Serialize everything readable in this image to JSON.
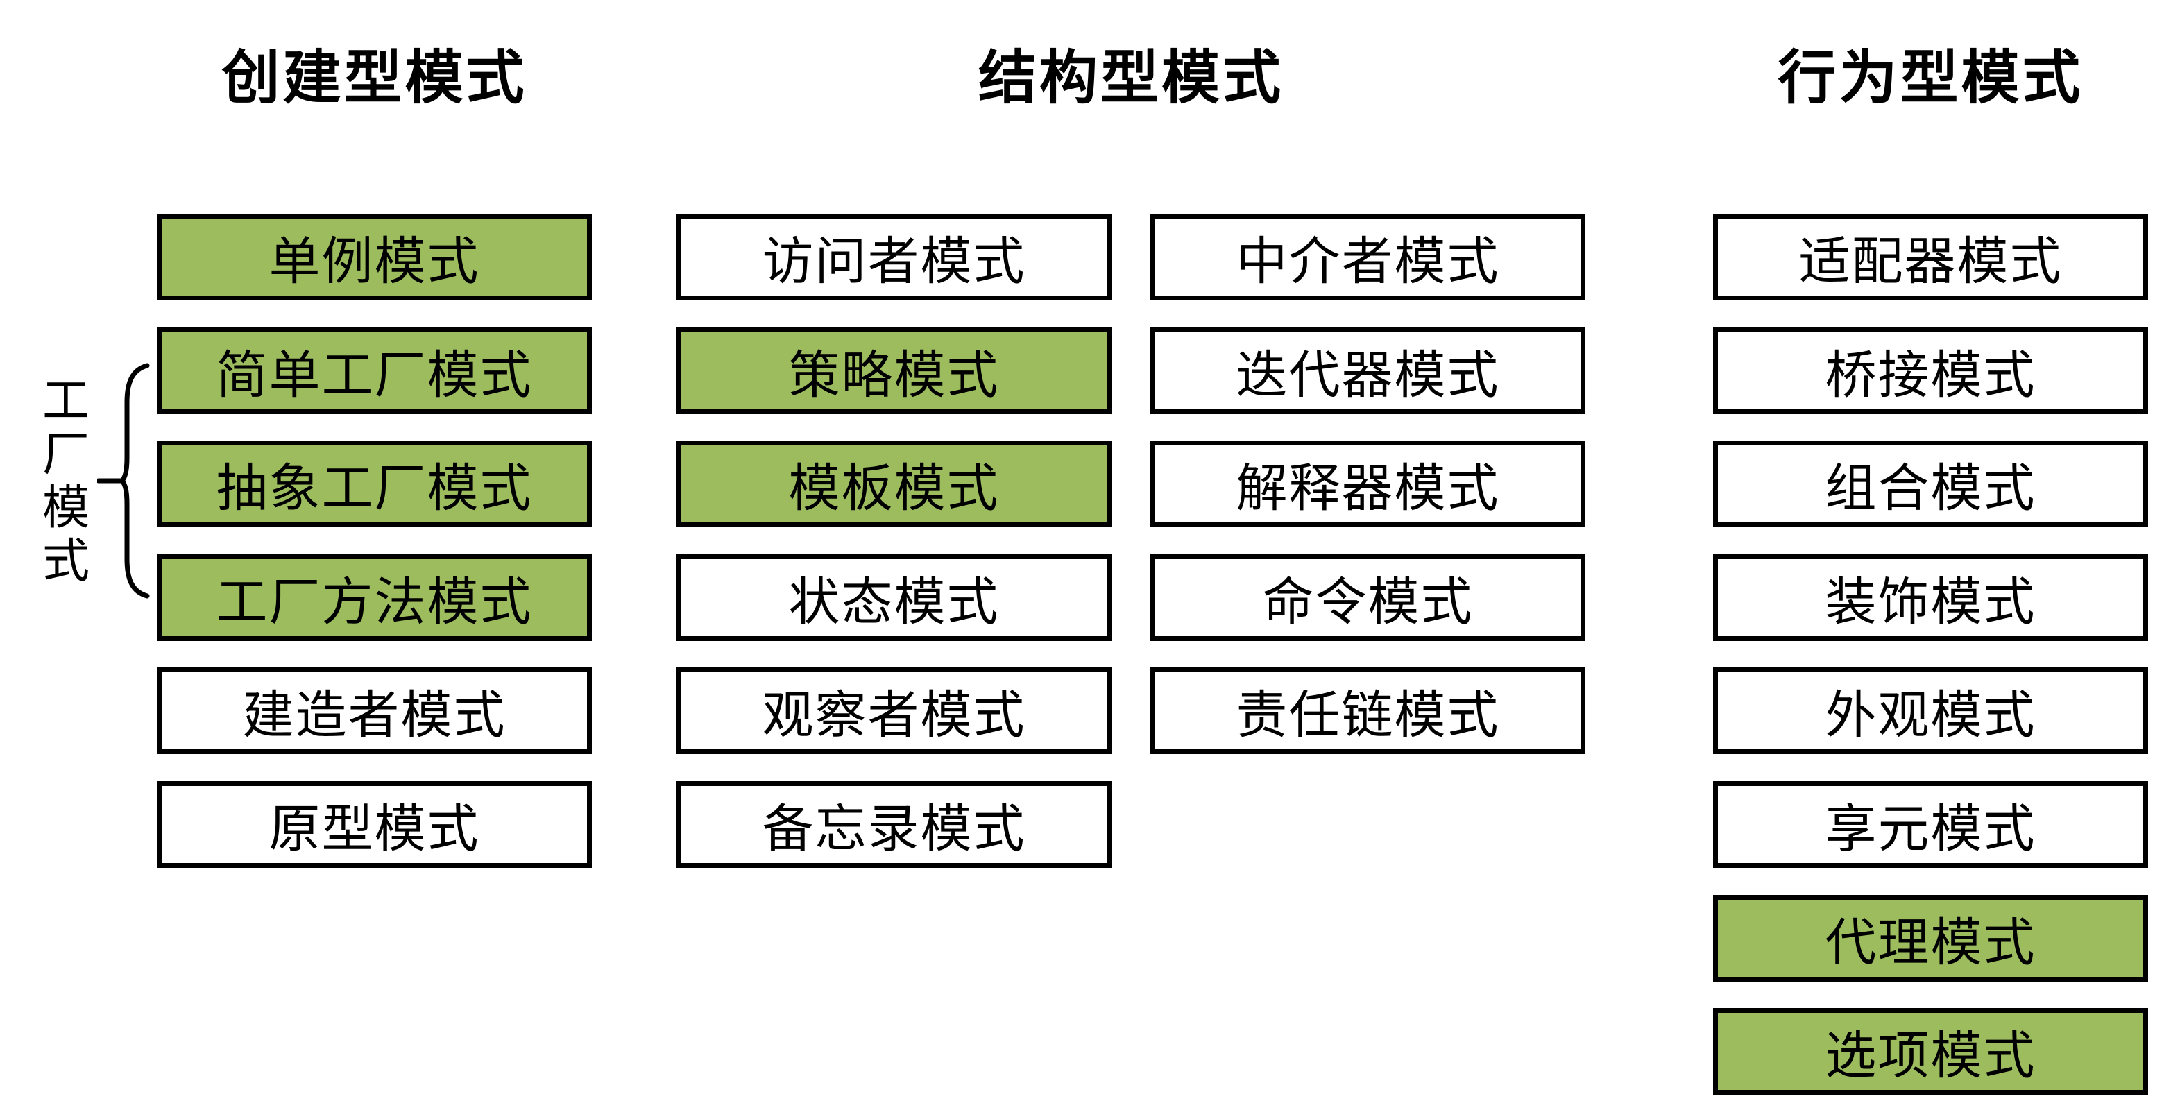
{
  "headers": {
    "creational": "创建型模式",
    "structural": "结构型模式",
    "behavioral": "行为型模式"
  },
  "factory_group": {
    "label": "工厂模式"
  },
  "colors": {
    "highlight_green": "#9cbc5e",
    "box_white": "#ffffff",
    "border_black": "#000000"
  },
  "columns": [
    {
      "id": "creational",
      "boxes": [
        {
          "label": "单例模式",
          "highlighted": true
        },
        {
          "label": "简单工厂模式",
          "highlighted": true
        },
        {
          "label": "抽象工厂模式",
          "highlighted": true
        },
        {
          "label": "工厂方法模式",
          "highlighted": true
        },
        {
          "label": "建造者模式",
          "highlighted": false
        },
        {
          "label": "原型模式",
          "highlighted": false
        }
      ]
    },
    {
      "id": "middle-left",
      "boxes": [
        {
          "label": "访问者模式",
          "highlighted": false
        },
        {
          "label": "策略模式",
          "highlighted": true
        },
        {
          "label": "模板模式",
          "highlighted": true
        },
        {
          "label": "状态模式",
          "highlighted": false
        },
        {
          "label": "观察者模式",
          "highlighted": false
        },
        {
          "label": "备忘录模式",
          "highlighted": false
        }
      ]
    },
    {
      "id": "middle-right",
      "boxes": [
        {
          "label": "中介者模式",
          "highlighted": false
        },
        {
          "label": "迭代器模式",
          "highlighted": false
        },
        {
          "label": "解释器模式",
          "highlighted": false
        },
        {
          "label": "命令模式",
          "highlighted": false
        },
        {
          "label": "责任链模式",
          "highlighted": false
        }
      ]
    },
    {
      "id": "behavioral",
      "boxes": [
        {
          "label": "适配器模式",
          "highlighted": false
        },
        {
          "label": "桥接模式",
          "highlighted": false
        },
        {
          "label": "组合模式",
          "highlighted": false
        },
        {
          "label": "装饰模式",
          "highlighted": false
        },
        {
          "label": "外观模式",
          "highlighted": false
        },
        {
          "label": "享元模式",
          "highlighted": false
        },
        {
          "label": "代理模式",
          "highlighted": true
        },
        {
          "label": "选项模式",
          "highlighted": true
        }
      ]
    }
  ]
}
